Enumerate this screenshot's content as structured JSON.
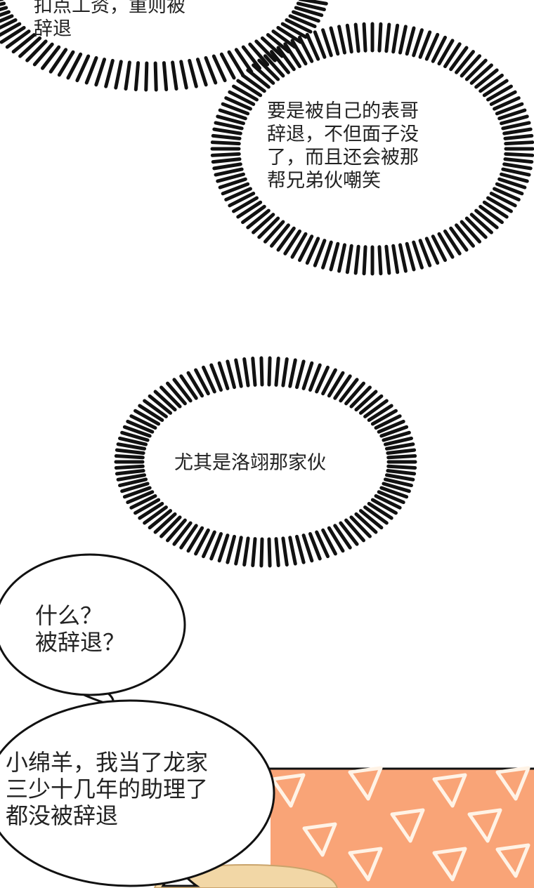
{
  "bubbles": {
    "thought_top": "扣点工资，重则被\n辞退",
    "thought_middle": "要是被自己的表哥\n辞退，不但面子没\n了，而且还会被那\n帮兄弟伙嘲笑",
    "thought_center": "尤其是洛翊那家伙",
    "speech_question": "什么？\n被辞退？",
    "speech_reply": "小绵羊，我当了龙家\n三少十几年的助理了\n都没被辞退"
  },
  "colors": {
    "panel_bg": "#f9a477",
    "pattern": "#fff3e6",
    "hair": "#f2d7a6",
    "ink": "#111111"
  }
}
